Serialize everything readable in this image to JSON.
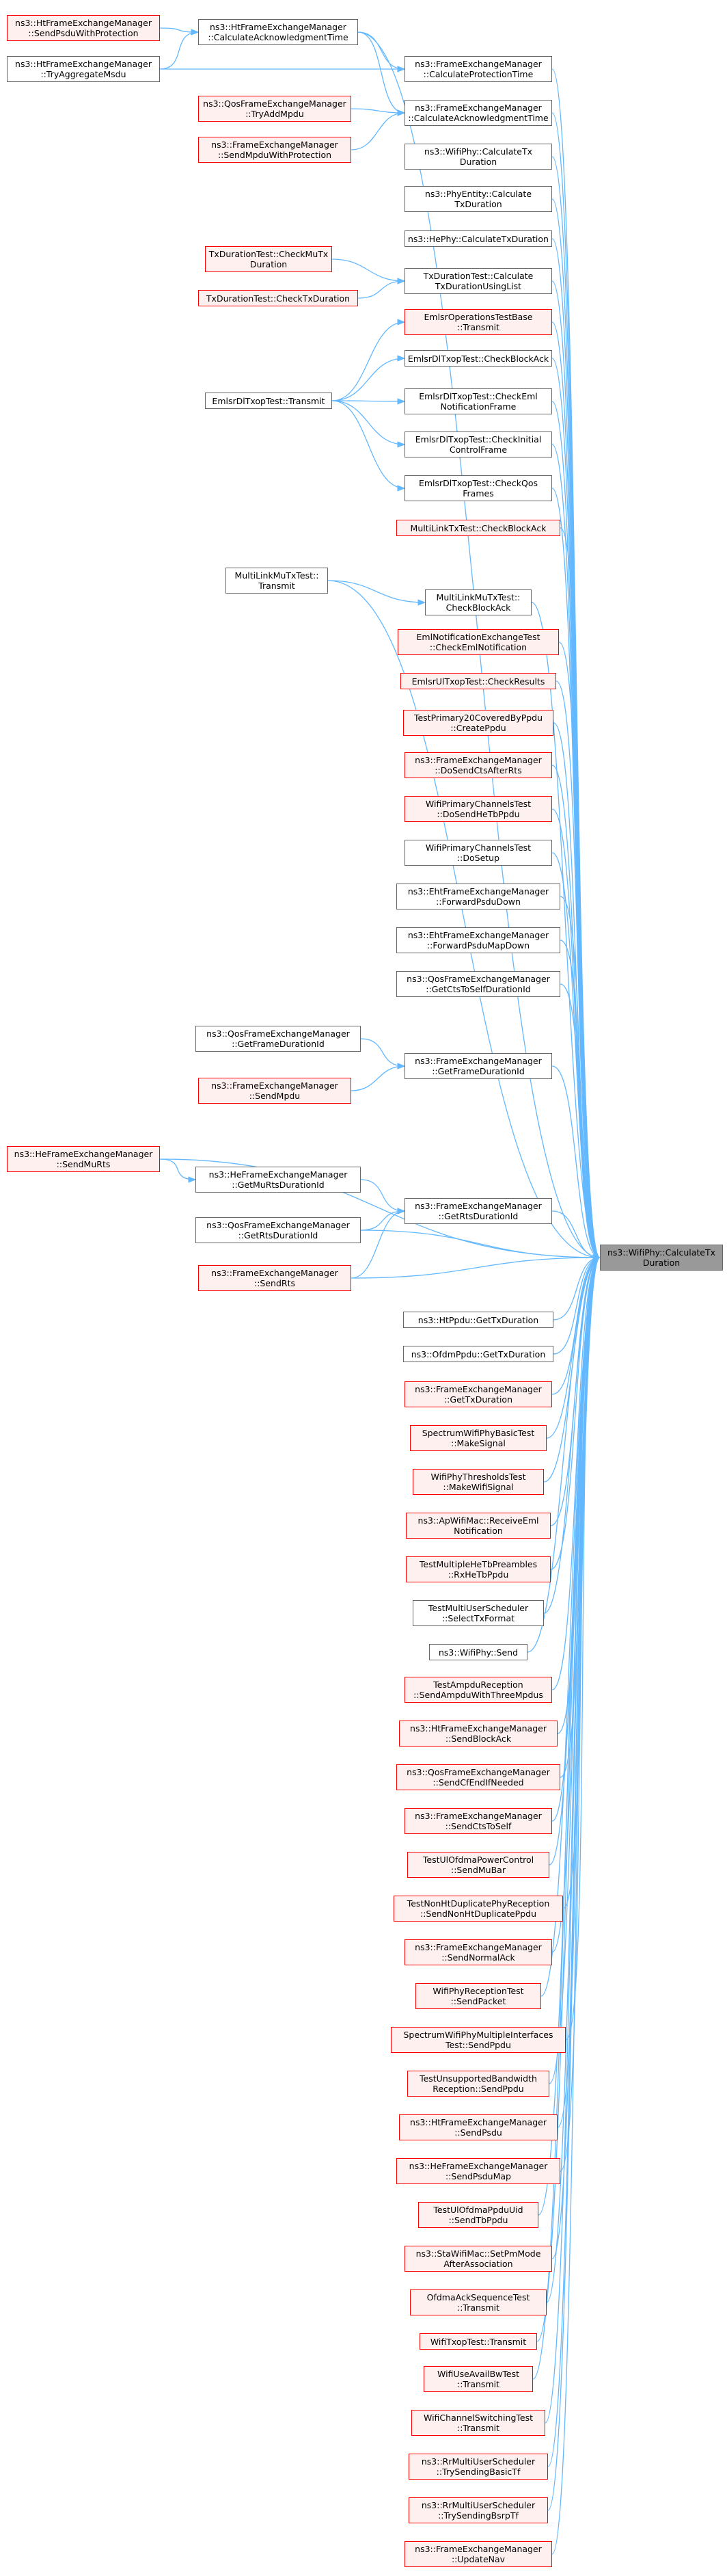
{
  "graph": {
    "colors": {
      "edge": "#63b8ff",
      "normal_border": "#666666",
      "red_border": "#ff0000",
      "red_fill": "#fff0f0",
      "target_fill": "#999999"
    },
    "target": {
      "id": "n_target",
      "label": "ns3::WifiPhy::CalculateTx\nDuration"
    },
    "nodes": [
      {
        "id": "n_hfe_spwp",
        "label": "ns3::HtFrameExchangeManager\n::SendPsduWithProtection",
        "style": "red"
      },
      {
        "id": "n_hfe_tam",
        "label": "ns3::HtFrameExchangeManager\n::TryAggregateMsdu",
        "style": "normal"
      },
      {
        "id": "n_hfe_cat",
        "label": "ns3::HtFrameExchangeManager\n::CalculateAcknowledgmentTime",
        "style": "normal"
      },
      {
        "id": "n_fe_cpt",
        "label": "ns3::FrameExchangeManager\n::CalculateProtectionTime",
        "style": "normal"
      },
      {
        "id": "n_qfe_tam",
        "label": "ns3::QosFrameExchangeManager\n::TryAddMpdu",
        "style": "red"
      },
      {
        "id": "n_fe_cat",
        "label": "ns3::FrameExchangeManager\n::CalculateAcknowledgmentTime",
        "style": "normal"
      },
      {
        "id": "n_fe_smwp",
        "label": "ns3::FrameExchangeManager\n::SendMpduWithProtection",
        "style": "red"
      },
      {
        "id": "n_wp_ctd",
        "label": "ns3::WifiPhy::CalculateTx\nDuration",
        "style": "normal"
      },
      {
        "id": "n_pe_ctd",
        "label": "ns3::PhyEntity::Calculate\nTxDuration",
        "style": "normal"
      },
      {
        "id": "n_hephy_ctd",
        "label": "ns3::HePhy::CalculateTxDuration",
        "style": "normal"
      },
      {
        "id": "n_tdt_cmtd",
        "label": "TxDurationTest::CheckMuTx\nDuration",
        "style": "red"
      },
      {
        "id": "n_tdt_ctdul",
        "label": "TxDurationTest::Calculate\nTxDurationUsingList",
        "style": "normal"
      },
      {
        "id": "n_tdt_ctd",
        "label": "TxDurationTest::CheckTxDuration",
        "style": "red"
      },
      {
        "id": "n_eotb_t",
        "label": "EmlsrOperationsTestBase\n::Transmit",
        "style": "red"
      },
      {
        "id": "n_edt_cba",
        "label": "EmlsrDlTxopTest::CheckBlockAck",
        "style": "normal"
      },
      {
        "id": "n_edt_t",
        "label": "EmlsrDlTxopTest::Transmit",
        "style": "normal"
      },
      {
        "id": "n_edt_cenf",
        "label": "EmlsrDlTxopTest::CheckEml\nNotificationFrame",
        "style": "normal"
      },
      {
        "id": "n_edt_cicf",
        "label": "EmlsrDlTxopTest::CheckInitial\nControlFrame",
        "style": "normal"
      },
      {
        "id": "n_edt_cqf",
        "label": "EmlsrDlTxopTest::CheckQos\nFrames",
        "style": "normal"
      },
      {
        "id": "n_mltt_cba",
        "label": "MultiLinkTxTest::CheckBlockAck",
        "style": "red"
      },
      {
        "id": "n_mlmtt_t",
        "label": "MultiLinkMuTxTest::\nTransmit",
        "style": "normal"
      },
      {
        "id": "n_mlmtt_cba",
        "label": "MultiLinkMuTxTest::\nCheckBlockAck",
        "style": "normal"
      },
      {
        "id": "n_enet_cen",
        "label": "EmlNotificationExchangeTest\n::CheckEmlNotification",
        "style": "red"
      },
      {
        "id": "n_eutt_cr",
        "label": "EmlsrUlTxopTest::CheckResults",
        "style": "red"
      },
      {
        "id": "n_tp20_cp",
        "label": "TestPrimary20CoveredByPpdu\n::CreatePpdu",
        "style": "red"
      },
      {
        "id": "n_fe_dscar",
        "label": "ns3::FrameExchangeManager\n::DoSendCtsAfterRts",
        "style": "red"
      },
      {
        "id": "n_wpct_dshtp",
        "label": "WifiPrimaryChannelsTest\n::DoSendHeTbPpdu",
        "style": "red"
      },
      {
        "id": "n_wpct_ds",
        "label": "WifiPrimaryChannelsTest\n::DoSetup",
        "style": "normal"
      },
      {
        "id": "n_efe_fpd",
        "label": "ns3::EhtFrameExchangeManager\n::ForwardPsduDown",
        "style": "normal"
      },
      {
        "id": "n_efe_fpmd",
        "label": "ns3::EhtFrameExchangeManager\n::ForwardPsduMapDown",
        "style": "normal"
      },
      {
        "id": "n_qfe_gctsdi",
        "label": "ns3::QosFrameExchangeManager\n::GetCtsToSelfDurationId",
        "style": "normal"
      },
      {
        "id": "n_qfe_gfdi",
        "label": "ns3::QosFrameExchangeManager\n::GetFrameDurationId",
        "style": "normal"
      },
      {
        "id": "n_fe_gfdi",
        "label": "ns3::FrameExchangeManager\n::GetFrameDurationId",
        "style": "normal"
      },
      {
        "id": "n_fe_sm",
        "label": "ns3::FrameExchangeManager\n::SendMpdu",
        "style": "red"
      },
      {
        "id": "n_hefe_smr",
        "label": "ns3::HeFrameExchangeManager\n::SendMuRts",
        "style": "red"
      },
      {
        "id": "n_hefe_gmrdi",
        "label": "ns3::HeFrameExchangeManager\n::GetMuRtsDurationId",
        "style": "normal"
      },
      {
        "id": "n_fe_grdi",
        "label": "ns3::FrameExchangeManager\n::GetRtsDurationId",
        "style": "normal"
      },
      {
        "id": "n_qfe_grdi",
        "label": "ns3::QosFrameExchangeManager\n::GetRtsDurationId",
        "style": "normal"
      },
      {
        "id": "n_fe_sr",
        "label": "ns3::FrameExchangeManager\n::SendRts",
        "style": "red"
      },
      {
        "id": "n_htppdu_gtd",
        "label": "ns3::HtPpdu::GetTxDuration",
        "style": "normal"
      },
      {
        "id": "n_ofdm_gtd",
        "label": "ns3::OfdmPpdu::GetTxDuration",
        "style": "normal"
      },
      {
        "id": "n_fe_gtd",
        "label": "ns3::FrameExchangeManager\n::GetTxDuration",
        "style": "red"
      },
      {
        "id": "n_swpbt_ms",
        "label": "SpectrumWifiPhyBasicTest\n::MakeSignal",
        "style": "red"
      },
      {
        "id": "n_wptt_mws",
        "label": "WifiPhyThresholdsTest\n::MakeWifiSignal",
        "style": "red"
      },
      {
        "id": "n_apwm_ren",
        "label": "ns3::ApWifiMac::ReceiveEml\nNotification",
        "style": "red"
      },
      {
        "id": "n_tmhtp_rhtp",
        "label": "TestMultipleHeTbPreambles\n::RxHeTbPpdu",
        "style": "red"
      },
      {
        "id": "n_tmus_stf",
        "label": "TestMultiUserScheduler\n::SelectTxFormat",
        "style": "normal"
      },
      {
        "id": "n_wp_send",
        "label": "ns3::WifiPhy::Send",
        "style": "normal"
      },
      {
        "id": "n_tar_sawtm",
        "label": "TestAmpduReception\n::SendAmpduWithThreeMpdus",
        "style": "red"
      },
      {
        "id": "n_hfe_sba",
        "label": "ns3::HtFrameExchangeManager\n::SendBlockAck",
        "style": "red"
      },
      {
        "id": "n_qfe_scen",
        "label": "ns3::QosFrameExchangeManager\n::SendCfEndIfNeeded",
        "style": "red"
      },
      {
        "id": "n_fe_scts",
        "label": "ns3::FrameExchangeManager\n::SendCtsToSelf",
        "style": "red"
      },
      {
        "id": "n_tuopc_smb",
        "label": "TestUlOfdmaPowerControl\n::SendMuBar",
        "style": "red"
      },
      {
        "id": "n_tnhdpr_snhdp",
        "label": "TestNonHtDuplicatePhyReception\n::SendNonHtDuplicatePpdu",
        "style": "red"
      },
      {
        "id": "n_fe_sna",
        "label": "ns3::FrameExchangeManager\n::SendNormalAck",
        "style": "red"
      },
      {
        "id": "n_wprt_sp",
        "label": "WifiPhyReceptionTest\n::SendPacket",
        "style": "red"
      },
      {
        "id": "n_swpmit_sp",
        "label": "SpectrumWifiPhyMultipleInterfaces\nTest::SendPpdu",
        "style": "red"
      },
      {
        "id": "n_tubr_sp",
        "label": "TestUnsupportedBandwidth\nReception::SendPpdu",
        "style": "red"
      },
      {
        "id": "n_hfe_sp",
        "label": "ns3::HtFrameExchangeManager\n::SendPsdu",
        "style": "red"
      },
      {
        "id": "n_hefe_spm",
        "label": "ns3::HeFrameExchangeManager\n::SendPsduMap",
        "style": "red"
      },
      {
        "id": "n_tuopu_stp",
        "label": "TestUlOfdmaPpduUid\n::SendTbPpdu",
        "style": "red"
      },
      {
        "id": "n_stawm_spma",
        "label": "ns3::StaWifiMac::SetPmMode\nAfterAssociation",
        "style": "red"
      },
      {
        "id": "n_oast_t",
        "label": "OfdmaAckSequenceTest\n::Transmit",
        "style": "red"
      },
      {
        "id": "n_wtt_t",
        "label": "WifiTxopTest::Transmit",
        "style": "red"
      },
      {
        "id": "n_wuabt_t",
        "label": "WifiUseAvailBwTest\n::Transmit",
        "style": "red"
      },
      {
        "id": "n_wcst_t",
        "label": "WifiChannelSwitchingTest\n::Transmit",
        "style": "red"
      },
      {
        "id": "n_rrmus_tsbt",
        "label": "ns3::RrMultiUserScheduler\n::TrySendingBasicTf",
        "style": "red"
      },
      {
        "id": "n_rrmus_tsbt2",
        "label": "ns3::RrMultiUserScheduler\n::TrySendingBsrpTf",
        "style": "red"
      },
      {
        "id": "n_fe_un",
        "label": "ns3::FrameExchangeManager\n::UpdateNav",
        "style": "red"
      }
    ],
    "edges": [
      [
        "n_hfe_spwp",
        "n_hfe_cat"
      ],
      [
        "n_hfe_tam",
        "n_hfe_cat"
      ],
      [
        "n_hfe_cat",
        "n_fe_cpt"
      ],
      [
        "n_hfe_cat",
        "n_fe_cat"
      ],
      [
        "n_hfe_tam",
        "n_fe_cpt"
      ],
      [
        "n_qfe_tam",
        "n_fe_cat"
      ],
      [
        "n_fe_smwp",
        "n_fe_cat"
      ],
      [
        "n_tdt_cmtd",
        "n_tdt_ctdul"
      ],
      [
        "n_tdt_ctd",
        "n_tdt_ctdul"
      ],
      [
        "n_edt_t",
        "n_eotb_t"
      ],
      [
        "n_edt_t",
        "n_edt_cba"
      ],
      [
        "n_edt_t",
        "n_edt_cenf"
      ],
      [
        "n_edt_t",
        "n_edt_cicf"
      ],
      [
        "n_edt_t",
        "n_edt_cqf"
      ],
      [
        "n_mlmtt_t",
        "n_mlmtt_cba"
      ],
      [
        "n_qfe_gfdi",
        "n_fe_gfdi"
      ],
      [
        "n_fe_sm",
        "n_fe_gfdi"
      ],
      [
        "n_hefe_smr",
        "n_hefe_gmrdi"
      ],
      [
        "n_hefe_gmrdi",
        "n_fe_grdi"
      ],
      [
        "n_qfe_grdi",
        "n_fe_grdi"
      ],
      [
        "n_fe_sr",
        "n_fe_grdi"
      ]
    ]
  }
}
